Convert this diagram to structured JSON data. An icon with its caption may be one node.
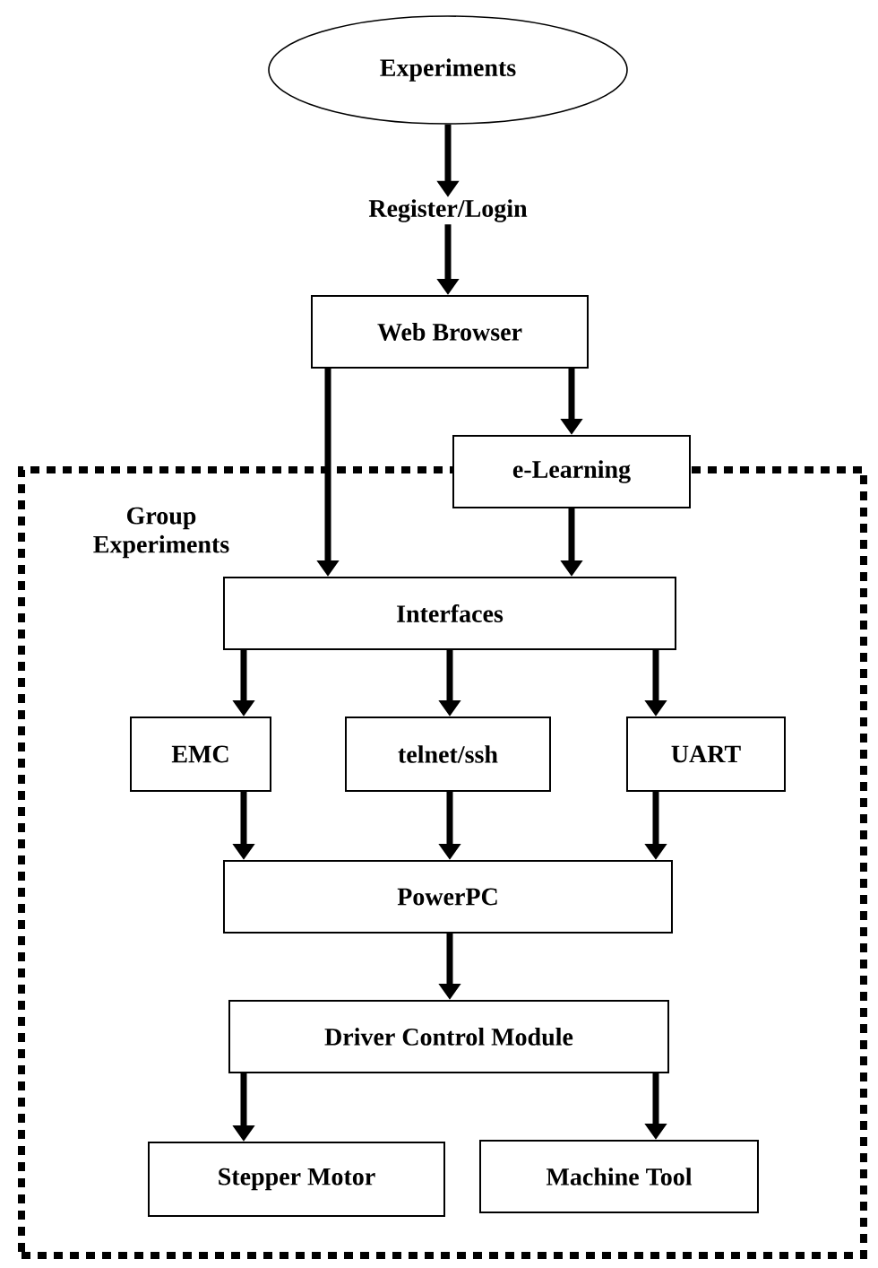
{
  "diagram": {
    "nodes": [
      {
        "text": [
          "Experiments"
        ]
      },
      {
        "text": [
          "Register/Login"
        ]
      },
      {
        "text": [
          "Web Browser"
        ]
      },
      {
        "text": [
          "Group Experiments"
        ]
      },
      {
        "text": [
          "e-Learning"
        ]
      },
      {
        "text": [
          "Interfaces"
        ],
        "in": 3
      },
      {
        "text": [
          "EMC"
        ],
        "in": 3
      },
      {
        "text": [
          "telnet/ssh"
        ],
        "in": 3
      },
      {
        "text": [
          "UART"
        ],
        "in": 3
      },
      {
        "text": [
          "PowerPC"
        ],
        "in": 3
      },
      {
        "text": [
          "Driver Control Module"
        ],
        "in": 3
      },
      {
        "text": [
          "Stepper Motor"
        ],
        "in": 3
      },
      {
        "text": [
          "Machine Tool"
        ],
        "in": 3
      }
    ],
    "edges": [
      {
        "from": 0,
        "to": 1,
        "arrow": "to"
      },
      {
        "from": 1,
        "to": 2,
        "arrow": "to"
      },
      {
        "from": 2,
        "to": 5,
        "arrow": "to"
      },
      {
        "from": 2,
        "to": 4,
        "arrow": "to"
      },
      {
        "from": 4,
        "to": 5,
        "arrow": "to"
      },
      {
        "from": 5,
        "to": 6,
        "arrow": "to"
      },
      {
        "from": 5,
        "to": 7,
        "arrow": "to"
      },
      {
        "from": 5,
        "to": 8,
        "arrow": "to"
      },
      {
        "from": 6,
        "to": 9,
        "arrow": "to"
      },
      {
        "from": 7,
        "to": 9,
        "arrow": "to"
      },
      {
        "from": 8,
        "to": 9,
        "arrow": "to"
      },
      {
        "from": 9,
        "to": 10,
        "arrow": "to"
      },
      {
        "from": 10,
        "to": 11,
        "arrow": "to"
      },
      {
        "from": 10,
        "to": 12,
        "arrow": "to"
      }
    ]
  }
}
